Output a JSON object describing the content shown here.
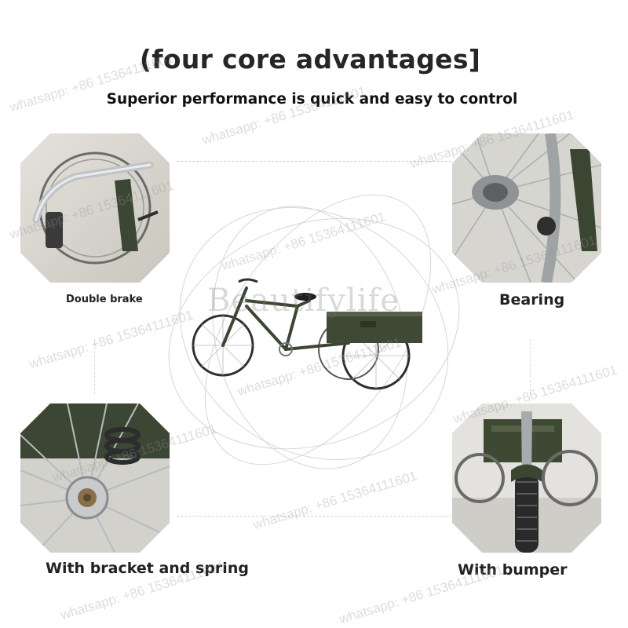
{
  "heading": {
    "title": "(four core advantages]",
    "subtitle": "Superior performance is quick and easy to control"
  },
  "features": [
    {
      "label": "Double brake",
      "icon": "brake-lever-photo"
    },
    {
      "label": "Bearing",
      "icon": "wheel-hub-bearing-photo"
    },
    {
      "label": "With bracket and spring",
      "icon": "rear-hub-spring-photo"
    },
    {
      "label": "With bumper",
      "icon": "front-fender-photo"
    }
  ],
  "product": {
    "brand_watermark": "Beautifylife",
    "image": "green-cargo-tricycle-photo"
  },
  "watermark_text": "whatsapp: +86 15364111601",
  "colors": {
    "frame_green": "#3b4632",
    "cargo_box": "#3f4a35",
    "metal": "#b9bcbf",
    "dash_line": "#d8d2ae"
  }
}
